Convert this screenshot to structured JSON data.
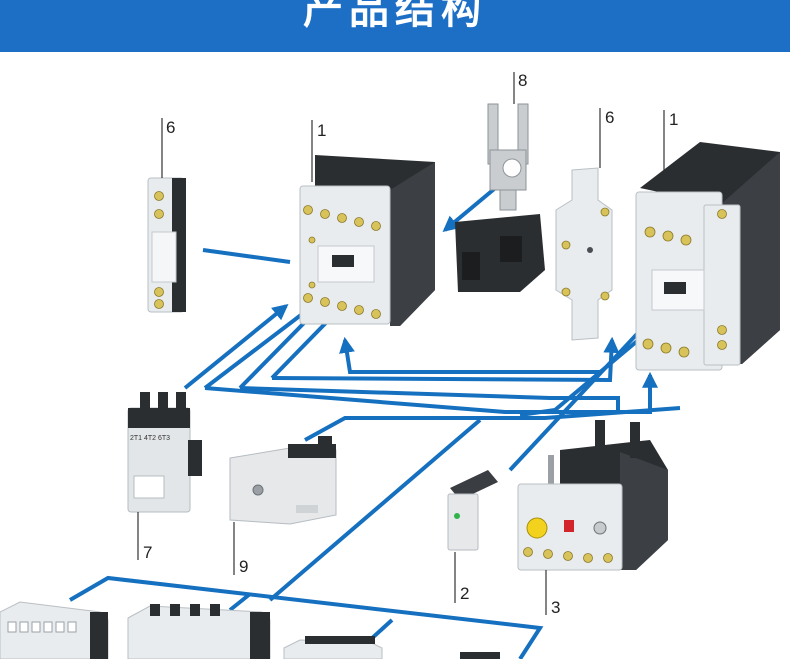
{
  "header": {
    "title": "产品结构"
  },
  "colors": {
    "banner": "#1d6fc5",
    "connector": "#1570c0"
  },
  "labels": {
    "l1a": "1",
    "l1b": "1",
    "l2": "2",
    "l3": "3",
    "l6a": "6",
    "l6b": "6",
    "l7": "7",
    "l8": "8",
    "l9": "9"
  },
  "markings": {
    "relay_terminals": "2T1 4T2 6T3"
  }
}
